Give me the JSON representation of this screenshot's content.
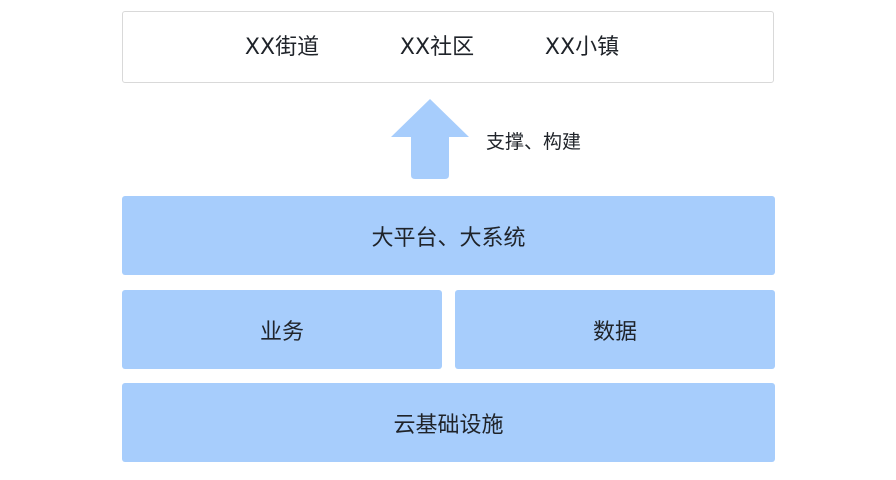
{
  "top": {
    "items": [
      "XX街道",
      "XX社区",
      "XX小镇"
    ]
  },
  "arrow": {
    "label": "支撑、构建"
  },
  "layers": {
    "platform": "大平台、大系统",
    "business": "业务",
    "data": "数据",
    "infrastructure": "云基础设施"
  },
  "colors": {
    "block_fill": "#a7cdfc",
    "arrow_fill": "#a7cdfc",
    "top_border": "#d9d9d9",
    "text": "#1f2329"
  }
}
